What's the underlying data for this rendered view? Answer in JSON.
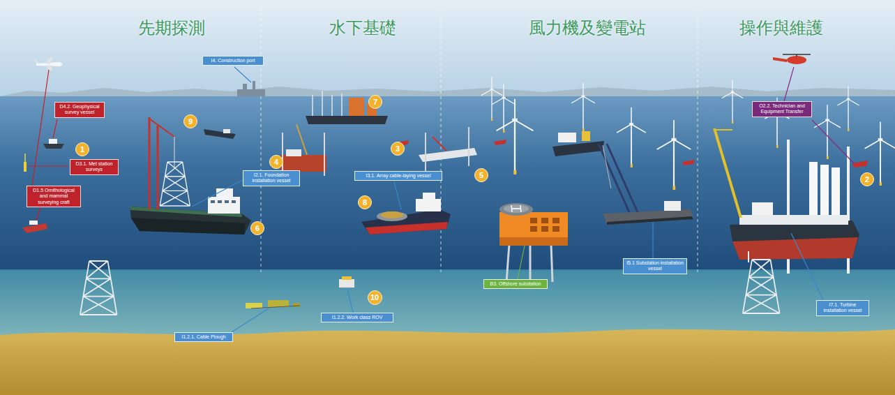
{
  "diagram": {
    "nodes": [
      {
        "text": [
          "I4. Construction port"
        ]
      },
      {
        "text": [
          "D4.2. Geophysical survey vessel"
        ]
      },
      {
        "text": [
          "O2.2. Technician and Equipment Transfer"
        ]
      },
      {
        "text": [
          "D3.1. Met station surveys"
        ]
      },
      {
        "text": [
          "I2.1. Foundation installation vessel"
        ]
      },
      {
        "text": [
          "I3.1. Array cable-laying vessel"
        ]
      },
      {
        "text": [
          "D1.5 Ornithological and mammal surveying craft"
        ]
      },
      {
        "text": [
          "I5.1 Substation installation vessel"
        ]
      },
      {
        "text": [
          "B3. Offshore substation"
        ]
      },
      {
        "text": [
          "I7.1. Turbine installation vessel"
        ]
      },
      {
        "text": [
          "I1.2.2. Work class ROV"
        ]
      },
      {
        "text": [
          "I1.2.1. Cable Plough"
        ]
      },
      {
        "text": [
          "1"
        ]
      },
      {
        "text": [
          "2"
        ]
      },
      {
        "text": [
          "3"
        ]
      },
      {
        "text": [
          "4"
        ]
      },
      {
        "text": [
          "5"
        ]
      },
      {
        "text": [
          "6"
        ]
      },
      {
        "text": [
          "7"
        ]
      },
      {
        "text": [
          "8"
        ]
      },
      {
        "text": [
          "9"
        ]
      },
      {
        "text": [
          "10"
        ]
      }
    ],
    "labels": [
      "先期探測",
      "水下基礎",
      "風力機及變電站",
      "操作與維護"
    ]
  }
}
